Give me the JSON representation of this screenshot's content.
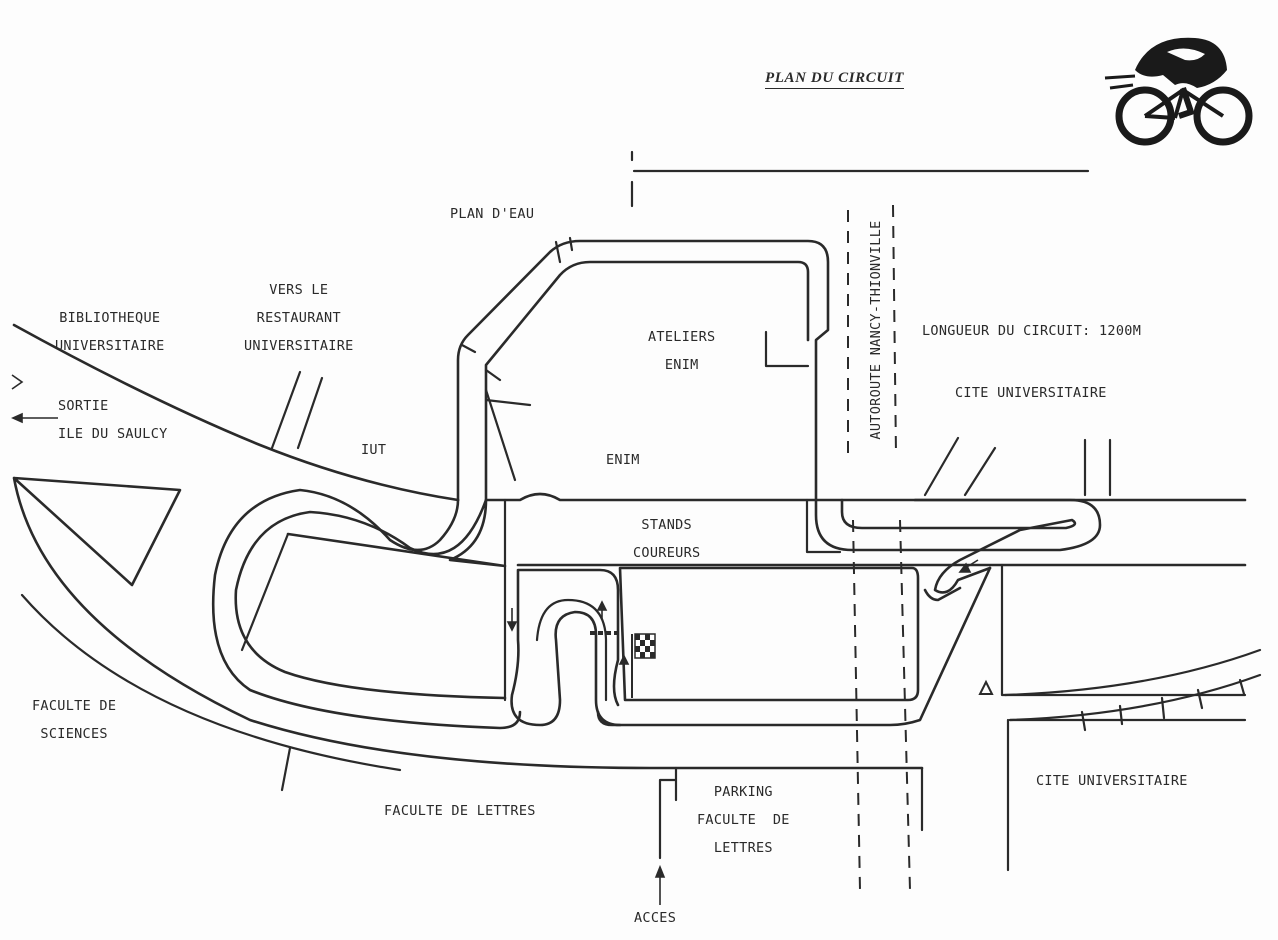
{
  "title": "PLAN DU CIRCUIT",
  "circuit_length": "LONGUEUR DU CIRCUIT: 1200M",
  "motorway": "AUTOROUTE NANCY-THIONVILLE",
  "labels": {
    "plan_eau": "PLAN D'EAU",
    "bibliotheque": "BIBLIOTHEQUE\nUNIVERSITAIRE",
    "restaurant": "VERS LE\nRESTAURANT\nUNIVERSITAIRE",
    "sortie": "SORTIE\nILE DU SAULCY",
    "iut": "IUT",
    "ateliers": "ATELIERS\nENIM",
    "enim": "ENIM",
    "stands": "STANDS\nCOUREURS",
    "cite_top": "CITE UNIVERSITAIRE",
    "cite_bottom": "CITE UNIVERSITAIRE",
    "faculte_sciences": "FACULTE DE\nSCIENCES",
    "faculte_lettres": "FACULTE DE LETTRES",
    "parking": "PARKING\nFACULTE  DE\nLETTRES",
    "acces": "ACCES"
  },
  "icons": {
    "logo": "cyclist-logo-icon",
    "finish_flag": "checkered-flag-icon",
    "direction": "arrow-icon"
  }
}
